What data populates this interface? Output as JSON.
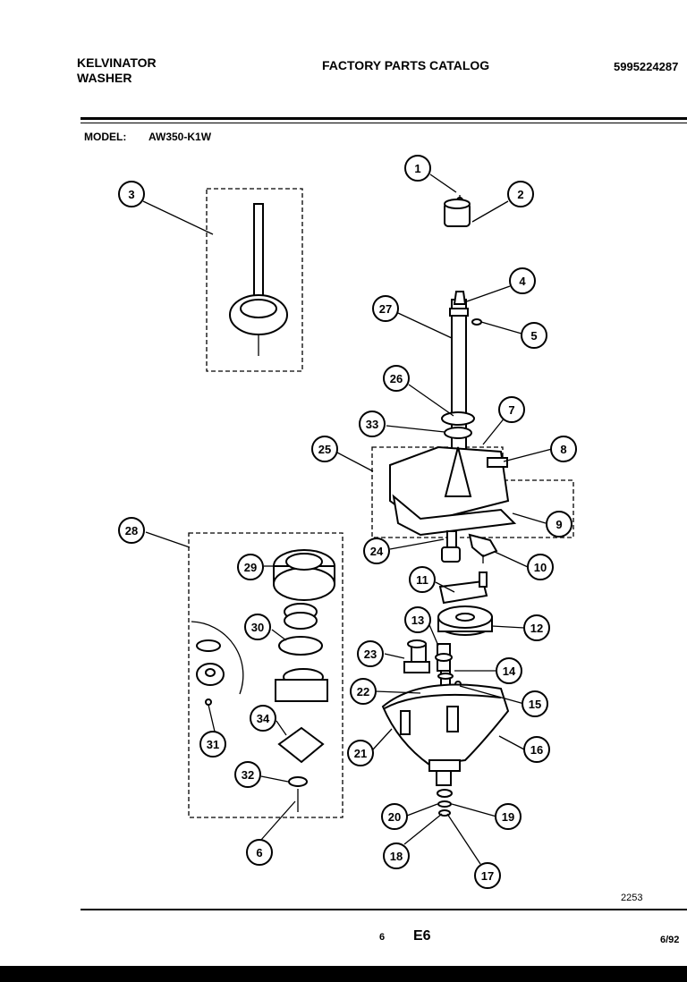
{
  "header": {
    "brand_line1": "KELVINATOR",
    "brand_line2": "WASHER",
    "catalog_title": "FACTORY PARTS CATALOG",
    "catalog_number": "5995224287",
    "model_label": "MODEL:",
    "model_value": "AW350-K1W"
  },
  "diagram": {
    "callouts": [
      "1",
      "2",
      "3",
      "4",
      "5",
      "6",
      "7",
      "8",
      "9",
      "10",
      "11",
      "12",
      "13",
      "14",
      "15",
      "16",
      "17",
      "18",
      "19",
      "20",
      "21",
      "22",
      "23",
      "24",
      "25",
      "26",
      "27",
      "28",
      "29",
      "30",
      "31",
      "32",
      "33",
      "34"
    ],
    "drawing_number": "2253"
  },
  "footer": {
    "page_number": "6",
    "section_code": "E6",
    "date": "6/92"
  },
  "colors": {
    "page": "#ffffff",
    "ink": "#000000",
    "border": "#000000"
  }
}
